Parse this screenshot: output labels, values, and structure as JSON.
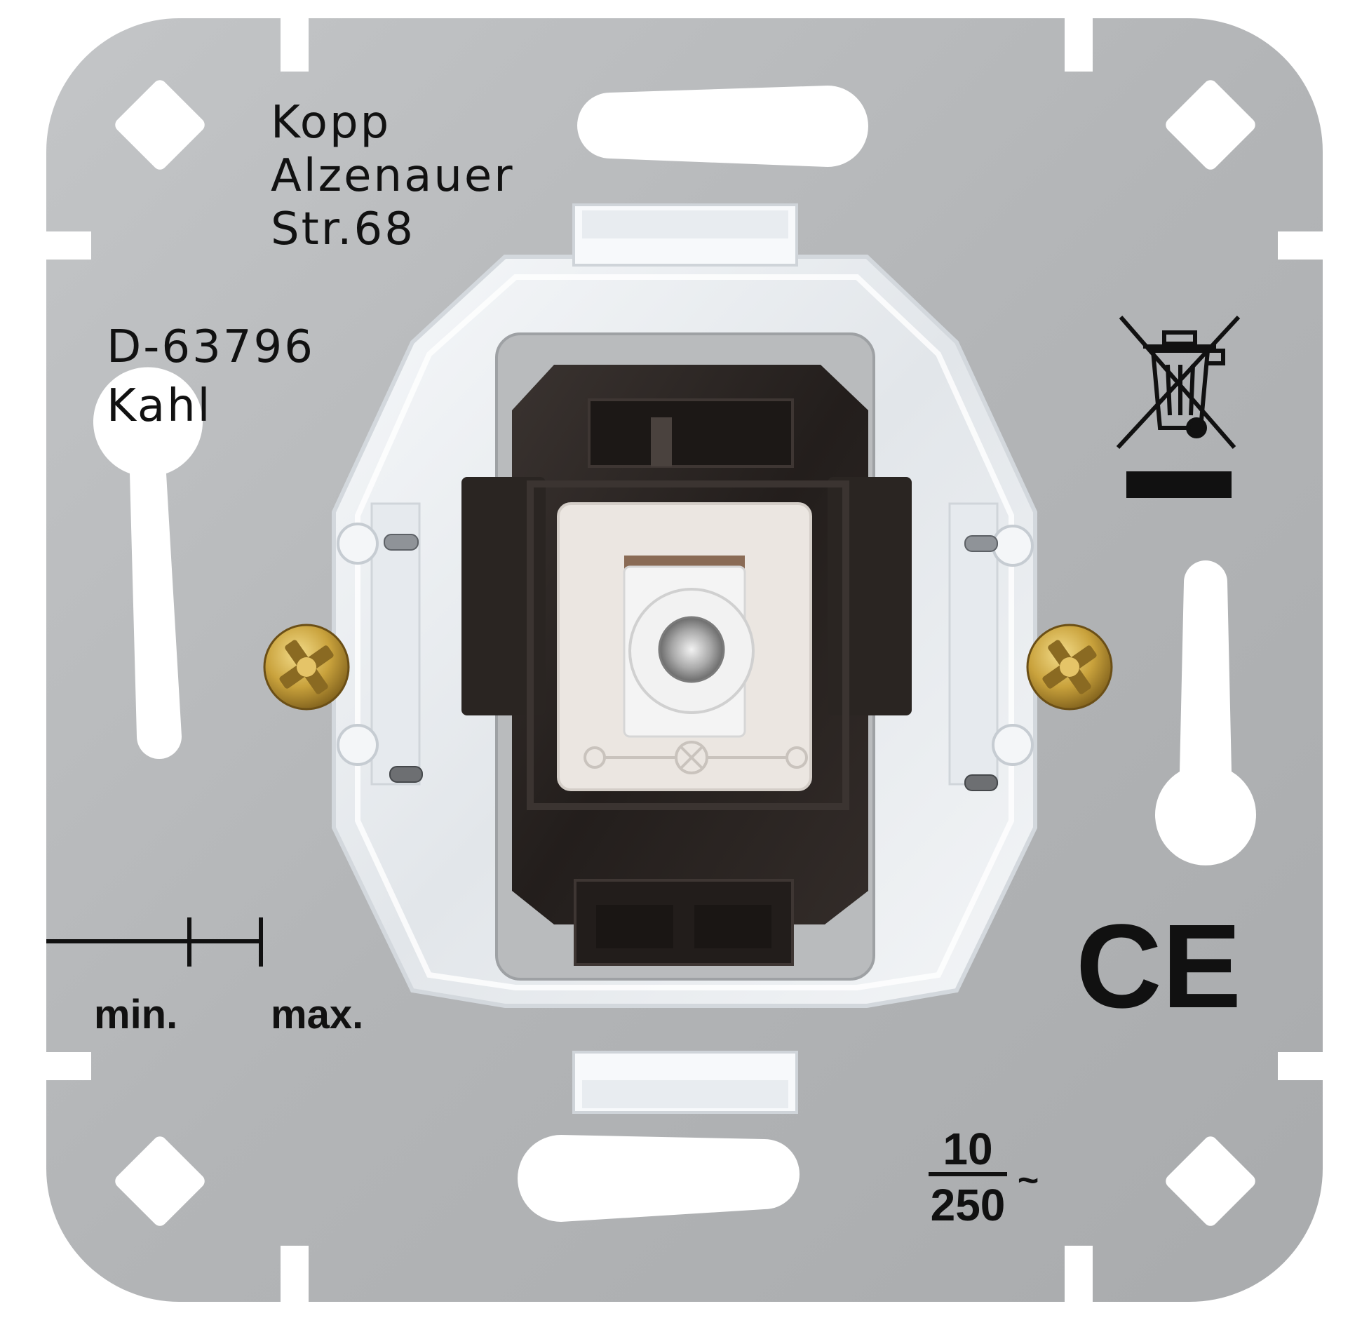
{
  "manufacturer_imprint": {
    "line1": "Kopp",
    "line2": "Alzenauer",
    "line3": "Str.68",
    "postcode": "D-63796",
    "city": "Kahl"
  },
  "strip_gauge": {
    "min_label": "min.",
    "max_label": "max."
  },
  "rating": {
    "current": "10",
    "voltage": "250",
    "ac_symbol": "~"
  },
  "marks": {
    "ce": "CE",
    "weee_icon": "crossed-out-wheelie-bin-icon"
  },
  "colors": {
    "plate": "#b4b6b8",
    "frame": "#e9ecef",
    "insert": "#2a2522",
    "rocker": "#ebe6e1",
    "screw": "#c9a23c",
    "text": "#111111"
  }
}
